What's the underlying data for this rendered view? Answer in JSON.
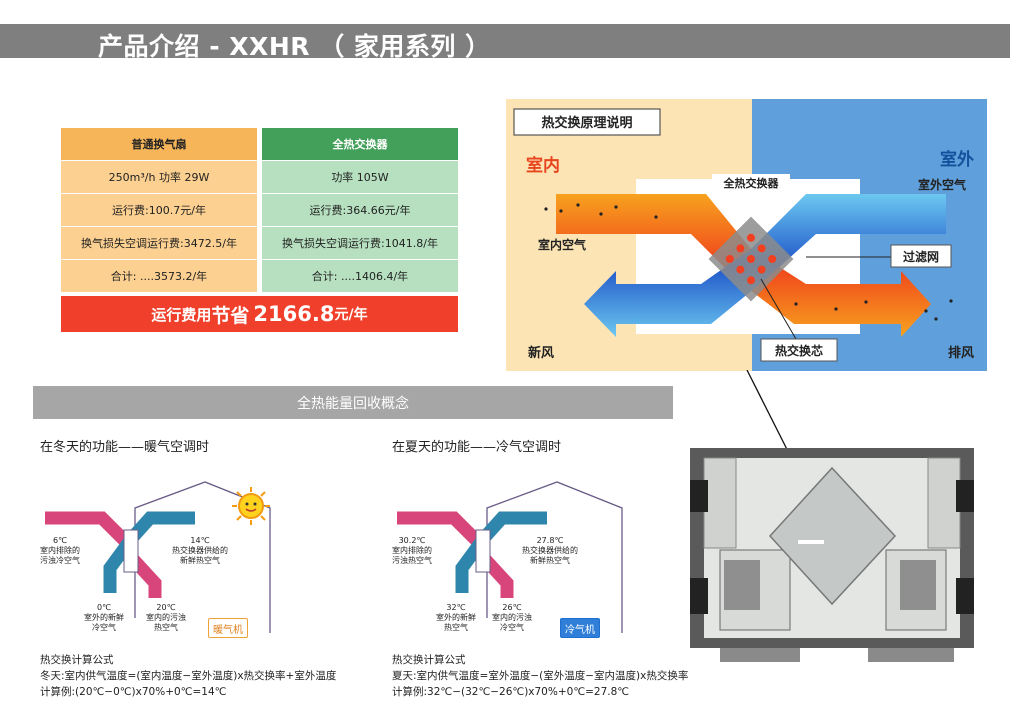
{
  "page": {
    "title": "产品介绍 - XXHR （ 家用系列 ）"
  },
  "comparison": {
    "left": {
      "header": "普通换气扇",
      "rows": [
        "250m³/h  功率  29W",
        "运行费:100.7元/年",
        "换气损失空调运行费:3472.5/年",
        "合计:  ....3573.2/年"
      ]
    },
    "right": {
      "header": "全热交换器",
      "rows": [
        "功率 105W",
        "运行费:364.66元/年",
        "换气损失空调运行费:1041.8/年",
        "合计:  ....1406.4/年"
      ]
    },
    "savings": {
      "prefix": "运行费用",
      "emph": "节省",
      "amount": "2166.8",
      "unit": "元/年"
    }
  },
  "principle": {
    "title": "热交换原理说明",
    "indoor": "室内",
    "outdoor": "室外",
    "outdoor_air": "室外空气",
    "indoor_air": "室内空气",
    "exchanger": "全热交换器",
    "filter": "过滤网",
    "core": "热交换芯",
    "fresh_air": "新风",
    "exhaust": "排风",
    "colors": {
      "indoor_bg": "#fde4b4",
      "outdoor_bg": "#5fa0dc",
      "hot": "#f05a28",
      "cold": "#1f6fd1"
    }
  },
  "concept": {
    "bar_title": "全热能量回收概念",
    "winter": {
      "heading": "在冬天的功能——暖气空调时",
      "labels": {
        "top_left": "6℃\n室内排除的\n污浊冷空气",
        "top_right": "14℃\n热交换器供给的\n新鲜热空气",
        "bottom_left": "0℃\n室外的新鲜\n冷空气",
        "bottom_right": "20℃\n室内的污浊\n热空气"
      },
      "badge": "暖气机",
      "formula_title": "热交换计算公式",
      "formula_line1": "冬天:室内供气温度=(室内温度−室外温度)x热交换率+室外温度",
      "formula_line2": "计算例:(20℃−0℃)x70%+0℃=14℃"
    },
    "summer": {
      "heading": "在夏天的功能——冷气空调时",
      "labels": {
        "top_left": "30.2℃\n室内排除的\n污浊热空气",
        "top_right": "27.8℃\n热交换器供给的\n新鲜热空气",
        "bottom_left": "32℃\n室外的新鲜\n热空气",
        "bottom_right": "26℃\n室内的污浊\n冷空气"
      },
      "badge": "冷气机",
      "formula_title": "热交换计算公式",
      "formula_line1": "夏天:室内供气温度=室外温度−(室外温度−室内温度)x热交换率",
      "formula_line2": "计算例:32℃−(32℃−26℃)x70%+0℃=27.8℃"
    }
  }
}
